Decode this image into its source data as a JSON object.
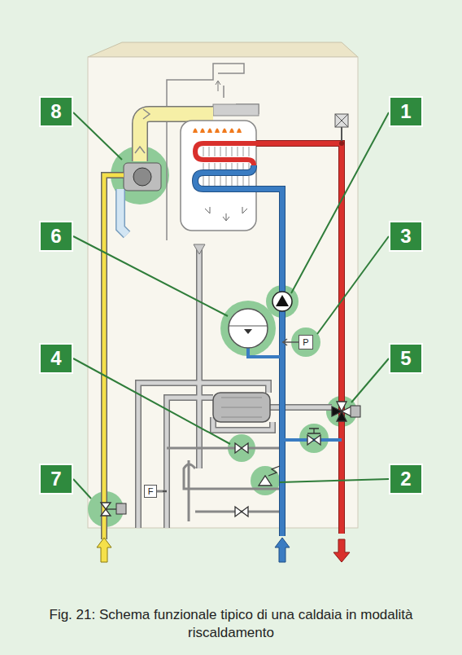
{
  "diagram": {
    "caption": "Fig. 21: Schema funzionale tipico di una caldaia in modalità riscaldamento",
    "nodes": [
      {
        "text": [
          "8"
        ]
      },
      {
        "text": [
          "1"
        ]
      },
      {
        "text": [
          "6"
        ]
      },
      {
        "text": [
          "3"
        ]
      },
      {
        "text": [
          "P"
        ]
      },
      {
        "text": [
          "4"
        ]
      },
      {
        "text": [
          "5"
        ]
      },
      {
        "text": [
          "7"
        ]
      },
      {
        "text": [
          "2"
        ]
      },
      {
        "text": [
          "F"
        ]
      }
    ]
  }
}
